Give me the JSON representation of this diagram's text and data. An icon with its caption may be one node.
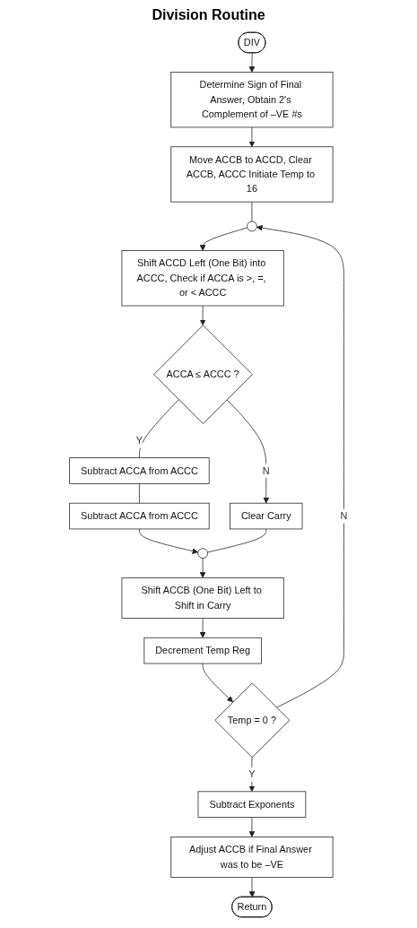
{
  "diagram": {
    "title": "Division Routine",
    "nodes": [
      {
        "text": [
          "DIV"
        ]
      },
      {
        "text": [
          "Determine Sign of Final Answer, Obtain 2's Complement of –VE #s"
        ]
      },
      {
        "text": [
          "Move ACCB to ACCD, Clear ACCB, ACCC Initiate Temp to 16"
        ]
      },
      {
        "text": [],
        "shape": "circle"
      },
      {
        "text": [
          "Shift ACCD Left (One Bit) into ACCC, Check if ACCA is >, =, or < ACCC"
        ]
      },
      {
        "text": [
          "ACCA ≤ ACCC ?"
        ]
      },
      {
        "text": [
          "Subtract ACCA from ACCC"
        ]
      },
      {
        "text": [
          "Subtract ACCA from ACCC"
        ]
      },
      {
        "text": [
          "Clear Carry"
        ]
      },
      {
        "text": [],
        "shape": "circle"
      },
      {
        "text": [
          "Shift ACCB (One Bit) Left to Shift in Carry"
        ]
      },
      {
        "text": [
          "Decrement Temp Reg"
        ]
      },
      {
        "text": [
          "Temp = 0 ?"
        ]
      },
      {
        "text": [
          "Subtract Exponents"
        ]
      },
      {
        "text": [
          "Adjust ACCB if Final Answer was to be –VE"
        ]
      },
      {
        "text": [
          "Return"
        ]
      }
    ],
    "edges": [
      {
        "from": 0,
        "to": 1,
        "arrow": "to"
      },
      {
        "from": 1,
        "to": 2,
        "arrow": "to"
      },
      {
        "from": 2,
        "to": 3,
        "arrow": "none"
      },
      {
        "from": 3,
        "to": 4,
        "arrow": "to"
      },
      {
        "from": 4,
        "to": 5,
        "arrow": "to"
      },
      {
        "from": 5,
        "to": 6,
        "arrow": "none",
        "label": "Y"
      },
      {
        "from": 6,
        "to": 7,
        "arrow": "none"
      },
      {
        "from": 5,
        "to": 8,
        "arrow": "to",
        "label": "N"
      },
      {
        "from": 7,
        "to": 9,
        "arrow": "to"
      },
      {
        "from": 8,
        "to": 9,
        "arrow": "none"
      },
      {
        "from": 9,
        "to": 10,
        "arrow": "to"
      },
      {
        "from": 10,
        "to": 11,
        "arrow": "to"
      },
      {
        "from": 11,
        "to": 12,
        "arrow": "to"
      },
      {
        "from": 12,
        "to": 3,
        "arrow": "to",
        "label": "N"
      },
      {
        "from": 12,
        "to": 13,
        "arrow": "to",
        "label": "Y"
      },
      {
        "from": 13,
        "to": 14,
        "arrow": "to"
      },
      {
        "from": 14,
        "to": 15,
        "arrow": "to"
      }
    ]
  }
}
